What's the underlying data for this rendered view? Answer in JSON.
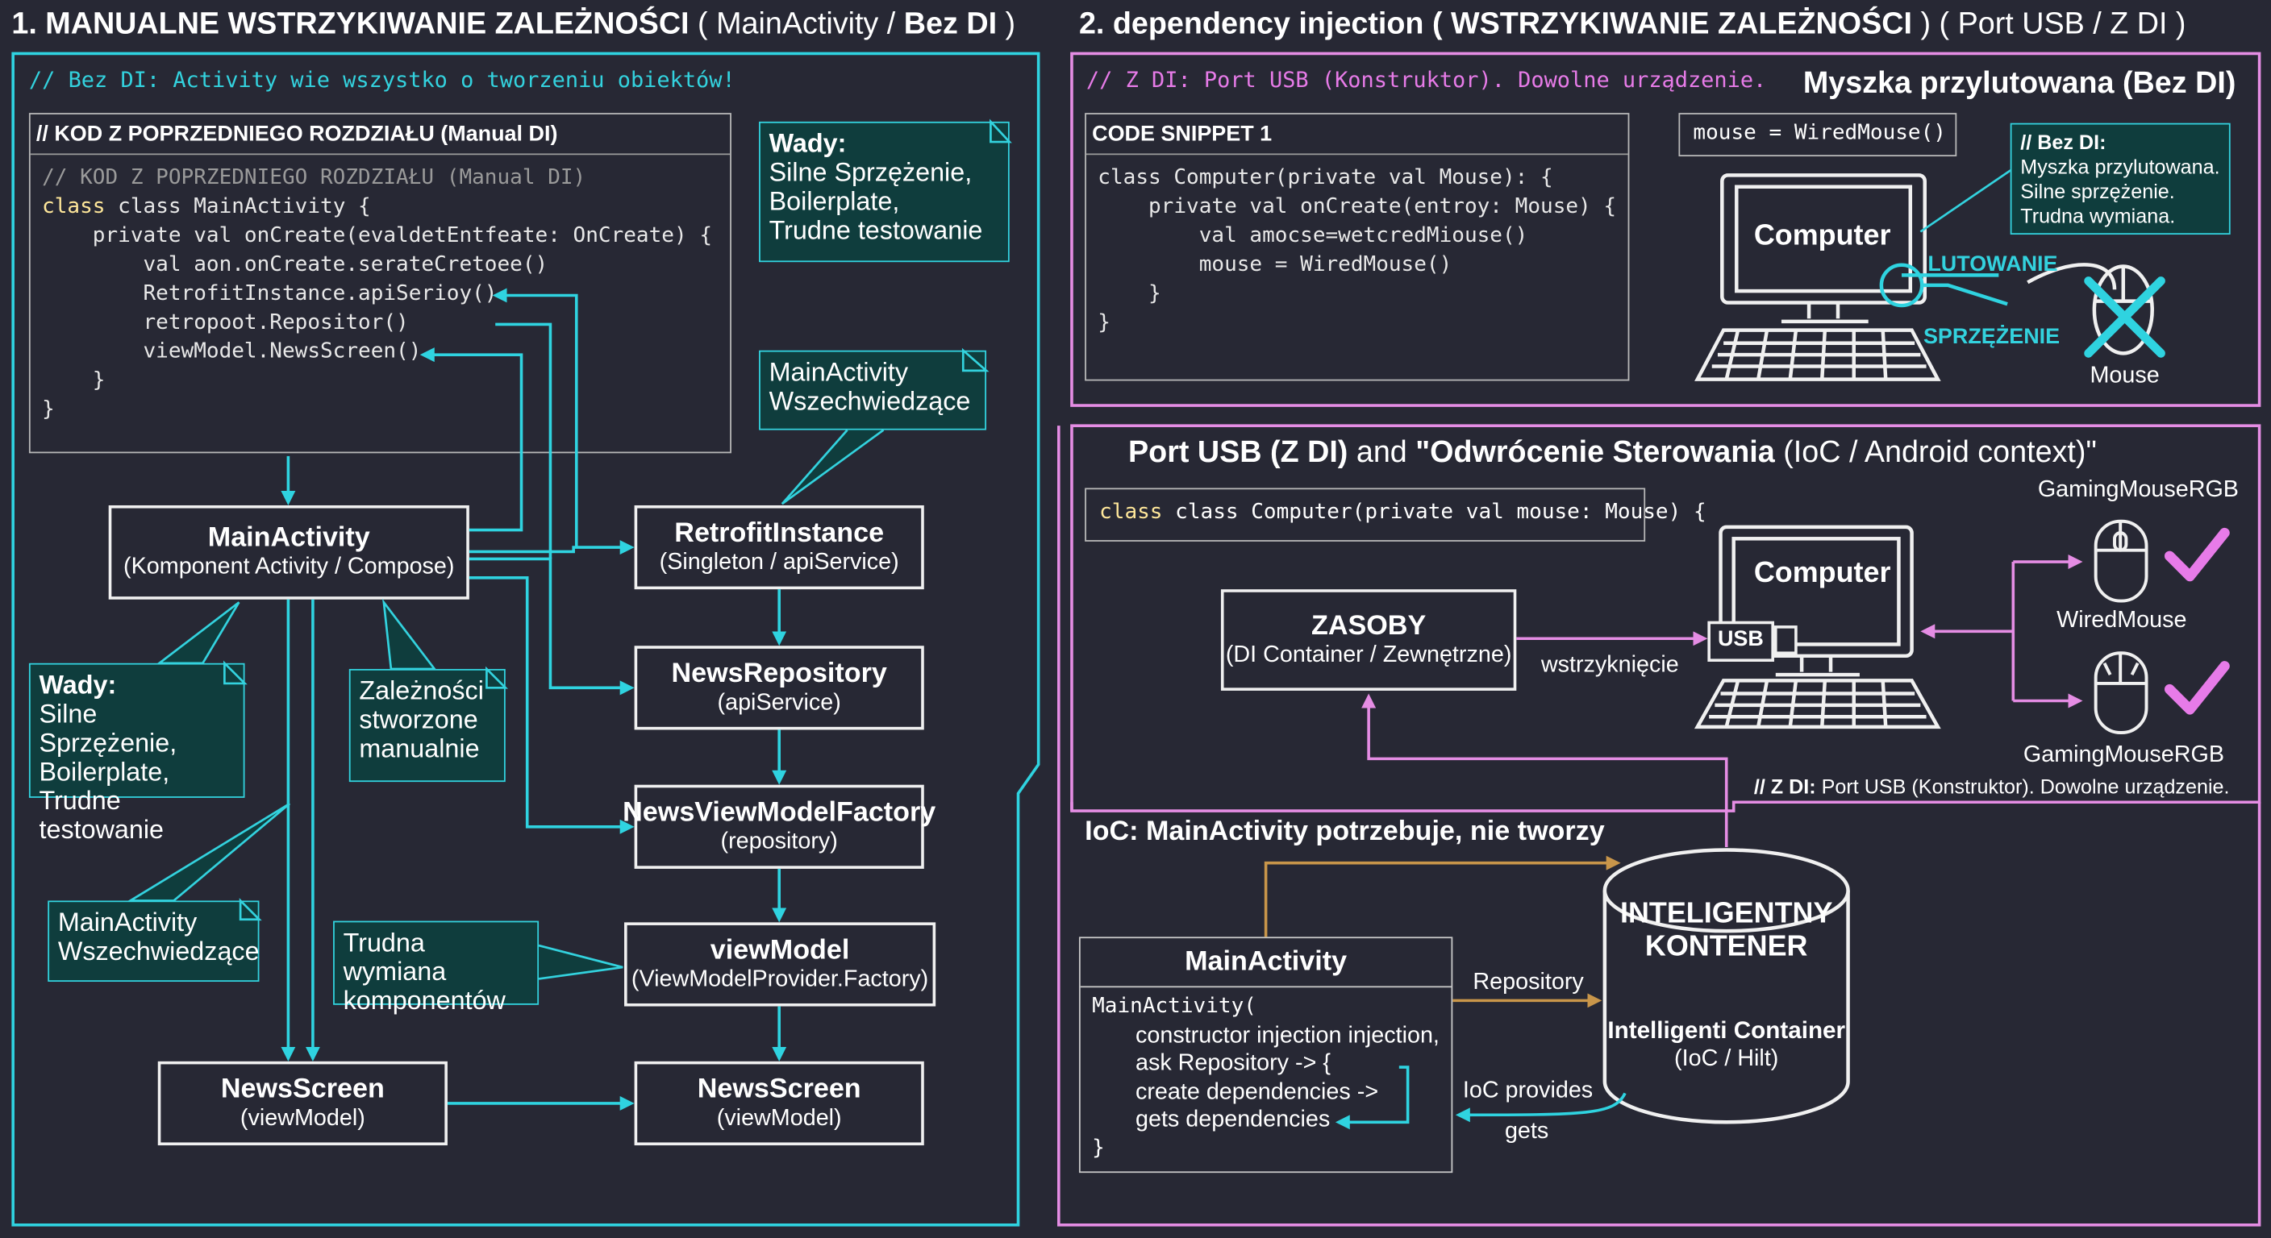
{
  "colors": {
    "background": "#272834",
    "cyan": "#2fd3e0",
    "pink": "#e58de4",
    "note_bg": "#0f3d3d",
    "orange": "#c9964a"
  },
  "left": {
    "title_num": "1. MANUALNE WSTRZYKIWANIE ZALEŻNOŚCI",
    "title_paren_open": "(",
    "title_main": "MainActivity",
    "title_sep": "/",
    "title_bold": "Bez DI",
    "title_paren_close": ")",
    "comment": "// Bez DI: Activity wie wszystko o tworzeniu obiektów!",
    "code_title": "// KOD Z POPRZEDNIEGO ROZDZIAŁU (Manual DI)",
    "code_lines": [
      "// KOD Z POPRZEDNIEGO ROZDZIAŁU (Manual DI)",
      "class MainActivity {",
      "    private val onCreate(evaldetEntfeate: OnCreate) {",
      "        val aon.onCreate.serateCretoee()",
      "        RetrofitInstance.apiSerioy()",
      "        retropoot.Repositor()",
      "        viewModel.NewsScreen()",
      "    }",
      "}"
    ],
    "note_top_right": {
      "title": "Wady:",
      "lines": [
        "Silne Sprzężenie,",
        "Boilerplate,",
        "Trudne testowanie"
      ]
    },
    "note_all_knowing_right": [
      "MainActivity",
      "Wszechwiedzące"
    ],
    "note_wady_left": {
      "title": "Wady:",
      "lines": [
        "Silne Sprzężenie,",
        "Boilerplate,",
        "Trudne testowanie"
      ]
    },
    "note_manual": [
      "Zależności",
      "stworzone",
      "manualnie"
    ],
    "note_all_knowing_left": [
      "MainActivity",
      "Wszechwiedzące"
    ],
    "note_hard_swap": [
      "Trudna wymiana",
      "komponentów"
    ],
    "boxes": {
      "main_activity": {
        "title": "MainActivity",
        "sub": "(Komponent Activity / Compose)"
      },
      "retrofit": {
        "title": "RetrofitInstance",
        "sub": "(Singleton / apiService)"
      },
      "news_repository": {
        "title": "NewsRepository",
        "sub": "(apiService)"
      },
      "factory": {
        "title": "NewsViewModelFactory",
        "sub": "(repository)"
      },
      "view_model": {
        "title": "viewModel",
        "sub": "(ViewModelProvider.Factory)"
      },
      "news_screen_left": {
        "title": "NewsScreen",
        "sub": "(viewModel)"
      },
      "news_screen_right": {
        "title": "NewsScreen",
        "sub": "(viewModel)"
      }
    }
  },
  "right_top": {
    "title_a": "2. dependency injection (",
    "title_b": "WSTRZYKIWANIE ZALEŻNOŚCI",
    "title_c": ") ( Port USB / Z DI )",
    "comment": "// Z DI: Port USB (Konstruktor). Dowolne urządzenie.",
    "soldered_title": "Myszka przylutowana (Bez DI)",
    "code_title": "CODE SNIPPET 1",
    "code_lines": [
      "class Computer(private val Mouse): {",
      "    private val onCreate(entroy: Mouse) {",
      "        val amocse=wetcredMiouse()",
      "        mouse = WiredMouse()",
      "    }",
      "}"
    ],
    "mouse_assign": "mouse = WiredMouse()",
    "computer_label": "Computer",
    "note": [
      "// Bez DI:",
      "Myszka przylutowana.",
      "Silne sprzężenie.",
      "Trudna wymiana."
    ],
    "lutowanie": "LUTOWANIE",
    "sprzezenie": "SPRZĘŻENIE",
    "mouse_label": "Mouse"
  },
  "right_mid": {
    "title_bold1": "Port USB (Z DI)",
    "title_and": "and",
    "title_bold2": "\"Odwrócenie Sterowania",
    "title_rest": "(IoC / Android context)\"",
    "code_line": "class Computer(private val mouse: Mouse) {",
    "zasoby_title": "ZASOBY",
    "zasoby_sub": "(DI Container / Zewnętrzne)",
    "inject_label": "wstrzyknięcie",
    "computer_label": "Computer",
    "usb_label": "USB",
    "gaming_top": "GamingMouseRGB",
    "wired": "WiredMouse",
    "gaming_bottom": "GamingMouseRGB",
    "footer_bold": "// Z DI:",
    "footer_rest": "Port USB (Konstruktor). Dowolne urządzenie."
  },
  "right_bottom": {
    "title": "IoC: MainActivity potrzebuje, nie tworzy",
    "main_title": "MainActivity",
    "main_lines": [
      "MainActivity(",
      "constructor injection injection,",
      "ask Repository -> {",
      "create dependencies ->",
      "gets dependencies",
      "}"
    ],
    "repository_label": "Repository",
    "ioc_provides": "IoC provides",
    "gets": "gets",
    "container_title": [
      "INTELIGENTNY",
      "KONTENER"
    ],
    "container_sub1": "Intelligenti Container",
    "container_sub2": "(IoC / Hilt)"
  }
}
